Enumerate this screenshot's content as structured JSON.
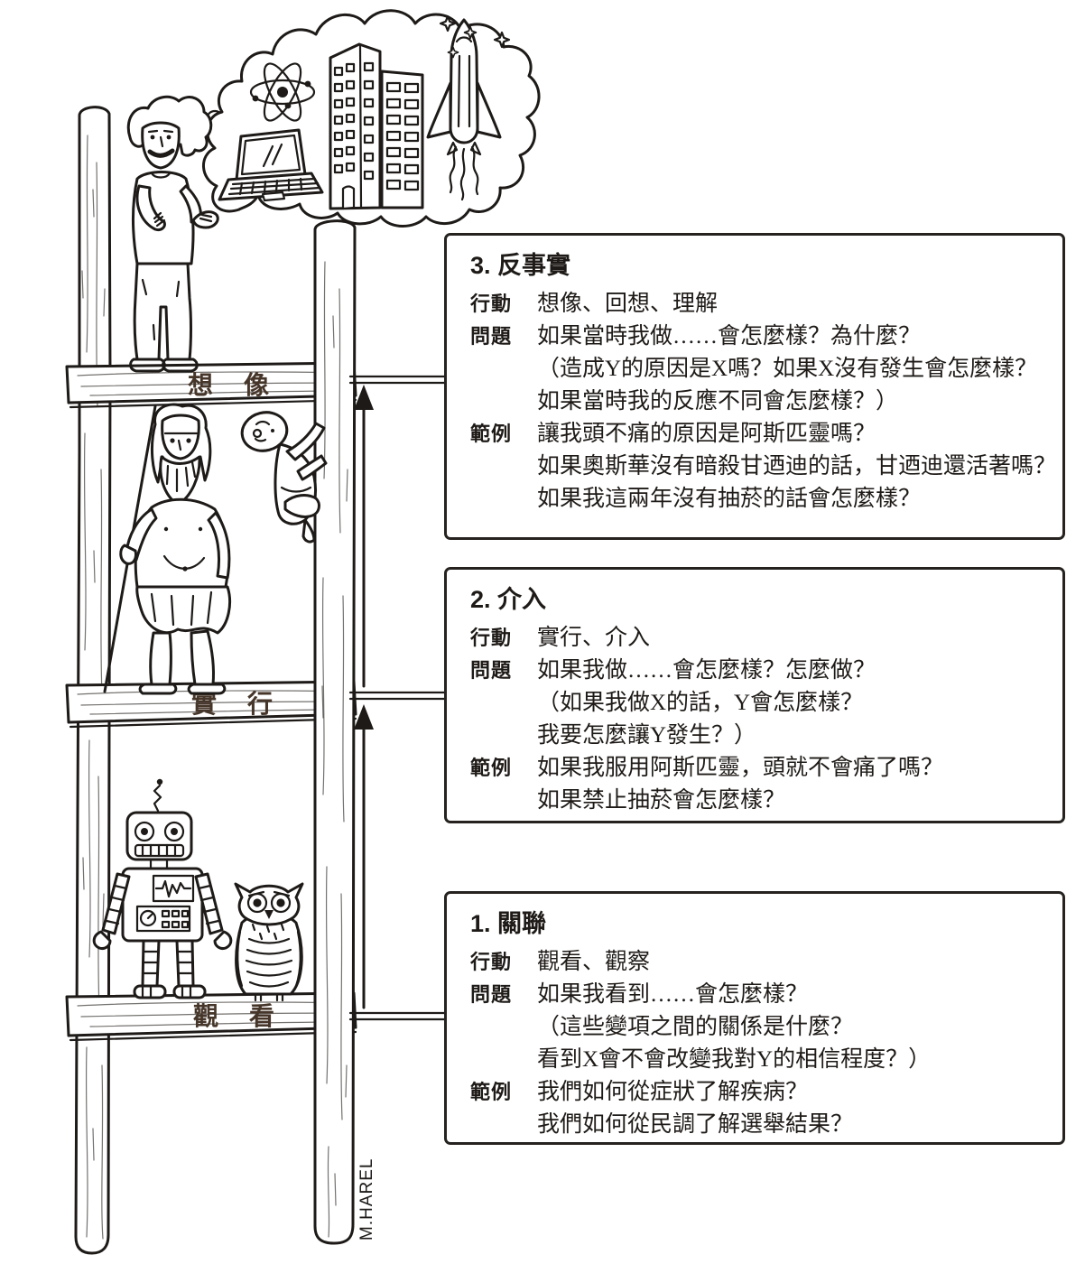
{
  "ladder": {
    "top_label": "想像",
    "middle_label": "實行",
    "bottom_label": "觀看",
    "signature": "M.HAREL",
    "figures": [
      "einstein-figure",
      "caveman-figure",
      "climbing-baby-figure",
      "robot-figure",
      "owl-figure"
    ],
    "thought_bubble_icons": [
      "atom-icon",
      "laptop-icon",
      "buildings-icon",
      "space-shuttle-icon",
      "stars-icon"
    ]
  },
  "boxes": [
    {
      "number_title": "3. 反事實",
      "rows": [
        {
          "label": "行動",
          "lines": [
            "想像、回想、理解"
          ]
        },
        {
          "label": "問題",
          "lines": [
            "如果當時我做……會怎麼樣？為什麼？",
            "（造成Y的原因是X嗎？如果X沒有發生會怎麼樣？",
            "如果當時我的反應不同會怎麼樣？）"
          ]
        },
        {
          "label": "範例",
          "lines": [
            "讓我頭不痛的原因是阿斯匹靈嗎？",
            "如果奧斯華沒有暗殺甘迺迪的話，甘迺迪還活著嗎？",
            "如果我這兩年沒有抽菸的話會怎麼樣？"
          ]
        }
      ]
    },
    {
      "number_title": "2. 介入",
      "rows": [
        {
          "label": "行動",
          "lines": [
            "實行、介入"
          ]
        },
        {
          "label": "問題",
          "lines": [
            "如果我做……會怎麼樣？怎麼做？",
            "（如果我做X的話，Y會怎麼樣？",
            "我要怎麼讓Y發生？）"
          ]
        },
        {
          "label": "範例",
          "lines": [
            "如果我服用阿斯匹靈，頭就不會痛了嗎？",
            "如果禁止抽菸會怎麼樣？"
          ]
        }
      ]
    },
    {
      "number_title": "1. 關聯",
      "rows": [
        {
          "label": "行動",
          "lines": [
            "觀看、觀察"
          ]
        },
        {
          "label": "問題",
          "lines": [
            "如果我看到……會怎麼樣？",
            "（這些變項之間的關係是什麼？",
            "看到X會不會改變我對Y的相信程度？）"
          ]
        },
        {
          "label": "範例",
          "lines": [
            "我們如何從症狀了解疾病？",
            "我們如何從民調了解選舉結果？"
          ]
        }
      ]
    }
  ],
  "colors": {
    "ink": "#1d1a18",
    "rung_label": "#46362a",
    "paper": "#ffffff"
  }
}
